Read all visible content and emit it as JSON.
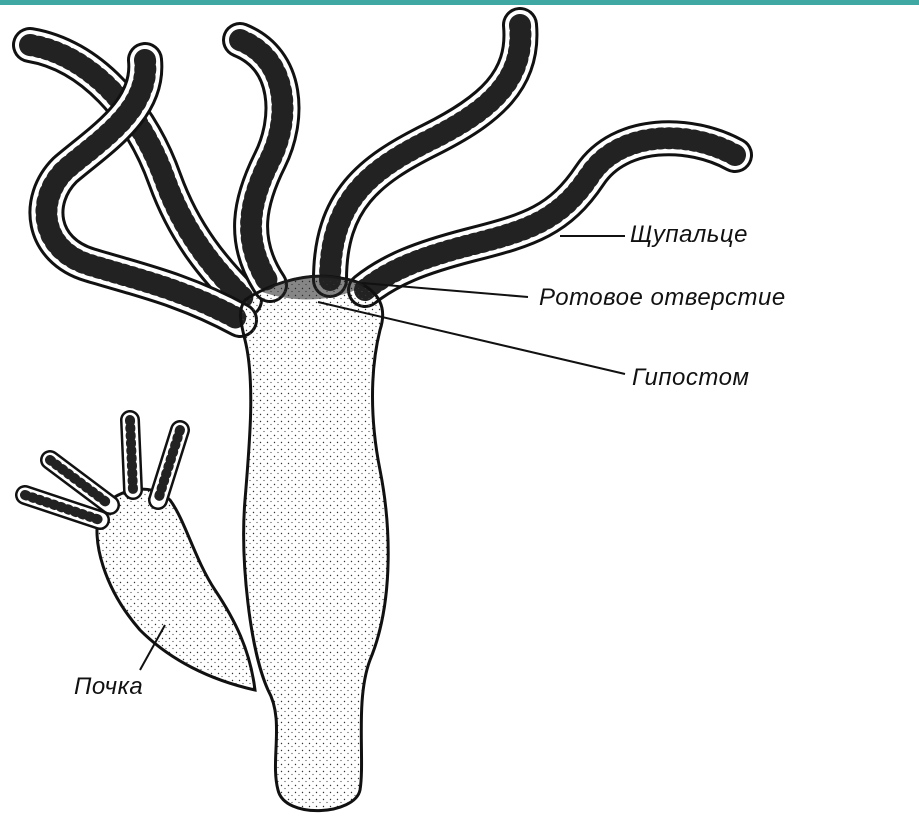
{
  "diagram": {
    "labels": {
      "tentacle": "Щупальце",
      "mouth": "Ротовое отверстие",
      "hypostome": "Гипостом",
      "bud": "Почка"
    },
    "colors": {
      "accent_strip": "#3fa8a3",
      "ink": "#111111",
      "background": "#ffffff"
    }
  }
}
